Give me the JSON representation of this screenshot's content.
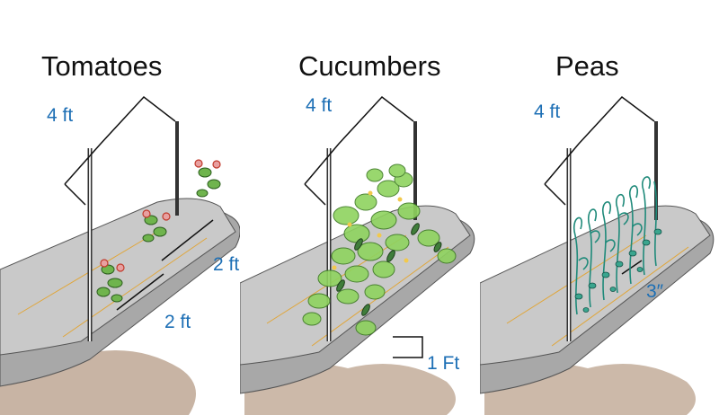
{
  "panels": [
    {
      "title": "Tomatoes",
      "height_label": "4 ft",
      "spacing_labels": [
        "2 ft",
        "2 ft"
      ]
    },
    {
      "title": "Cucumbers",
      "height_label": "4 ft",
      "spacing_labels": [
        "1 Ft"
      ]
    },
    {
      "title": "Peas",
      "height_label": "4 ft",
      "spacing_labels": [
        "3″"
      ]
    }
  ],
  "colors": {
    "label_blue": "#1d6fb5",
    "bed_gray": "#9e9e9e",
    "soil": "#b69b85",
    "tomato_red": "#c0392b",
    "cucumber_green": "#7cc24e",
    "pea_teal": "#1f8a7a"
  }
}
